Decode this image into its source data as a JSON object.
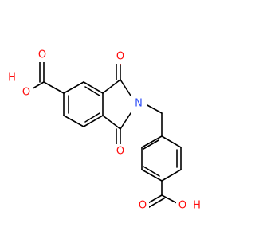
{
  "colors": {
    "bond": "#000000",
    "oxygen": "#ff0d0d",
    "nitrogen": "#3050f8",
    "background": "#ffffff"
  },
  "atoms": {
    "n": "N",
    "o_top": "O",
    "o_bottom": "O",
    "o_left_carbonyl": "O",
    "o_left_hydroxyl": "O",
    "h_left": "H",
    "o_right_carbonyl": "O",
    "o_right_hydroxyl": "O",
    "h_right": "H"
  }
}
